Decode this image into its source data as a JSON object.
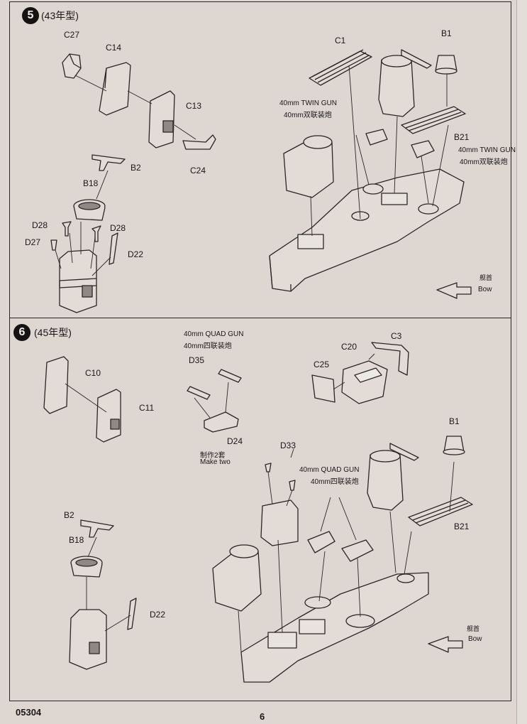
{
  "step5": {
    "number": "5",
    "title": "(43年型)",
    "labels": {
      "c27": "C27",
      "c14": "C14",
      "c13": "C13",
      "c24": "C24",
      "b2": "B2",
      "b18": "B18",
      "d28a": "D28",
      "d28b": "D28",
      "d27": "D27",
      "d22": "D22",
      "c1": "C1",
      "b1": "B1",
      "b21": "B21"
    },
    "twin_gun_en": "40mm TWIN GUN",
    "twin_gun_cn": "40mm双联装炮",
    "twin_gun_en_2": "40mm TWIN GUN",
    "twin_gun_cn_2": "40mm双联装炮",
    "bow_cn": "舰首",
    "bow_en": "Bow"
  },
  "step6": {
    "number": "6",
    "title": "(45年型)",
    "labels": {
      "c10": "C10",
      "c11": "C11",
      "d35": "D35",
      "d24": "D24",
      "c25": "C25",
      "c20": "C20",
      "c3": "C3",
      "b1": "B1",
      "d33": "D33",
      "b2": "B2",
      "b18": "B18",
      "d22": "D22",
      "b21": "B21"
    },
    "quad_gun_en": "40mm QUAD GUN",
    "quad_gun_cn": "40mm四联装炮",
    "quad_gun_en_2": "40mm QUAD GUN",
    "quad_gun_cn_2": "40mm四联装炮",
    "make_two_cn": "制作2套",
    "make_two_en": "Make two",
    "bow_cn": "舰首",
    "bow_en": "Bow"
  },
  "footer": {
    "code": "05304",
    "page": "6"
  }
}
